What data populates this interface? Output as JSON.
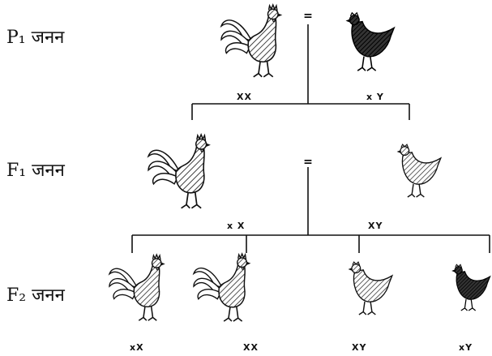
{
  "generations": [
    {
      "label": "P₁ जनन"
    },
    {
      "label": "F₁ जनन"
    },
    {
      "label": "F₂ जनन"
    }
  ],
  "cross_symbol": "=",
  "genotypes": {
    "p1_male": "XX",
    "p1_female": "x Y",
    "f1_male": "x X",
    "f1_female": "XY",
    "f2_1": "xX",
    "f2_2": "XX",
    "f2_3": "XY",
    "f2_4": "xY"
  },
  "birds": [
    {
      "role": "P1 male",
      "plumage": "barred"
    },
    {
      "role": "P1 female",
      "plumage": "black"
    },
    {
      "role": "F1 male",
      "plumage": "barred"
    },
    {
      "role": "F1 female",
      "plumage": "barred"
    },
    {
      "role": "F2 male 1",
      "plumage": "barred"
    },
    {
      "role": "F2 male 2",
      "plumage": "barred"
    },
    {
      "role": "F2 female 1",
      "plumage": "barred"
    },
    {
      "role": "F2 female 2",
      "plumage": "black"
    }
  ]
}
